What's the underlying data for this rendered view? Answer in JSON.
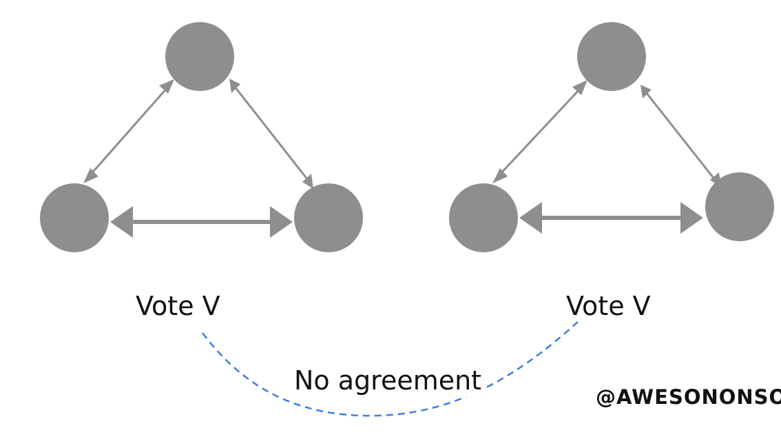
{
  "diagram": {
    "left_group": {
      "vote_label": "Vote V"
    },
    "right_group": {
      "vote_label": "Vote V"
    },
    "connector": {
      "label": "No agreement",
      "color": "#3b7ddd"
    },
    "watermark": "@AWESONONSO",
    "node_color": "#8e8e8e",
    "edge_color": "#8e8e8e"
  }
}
